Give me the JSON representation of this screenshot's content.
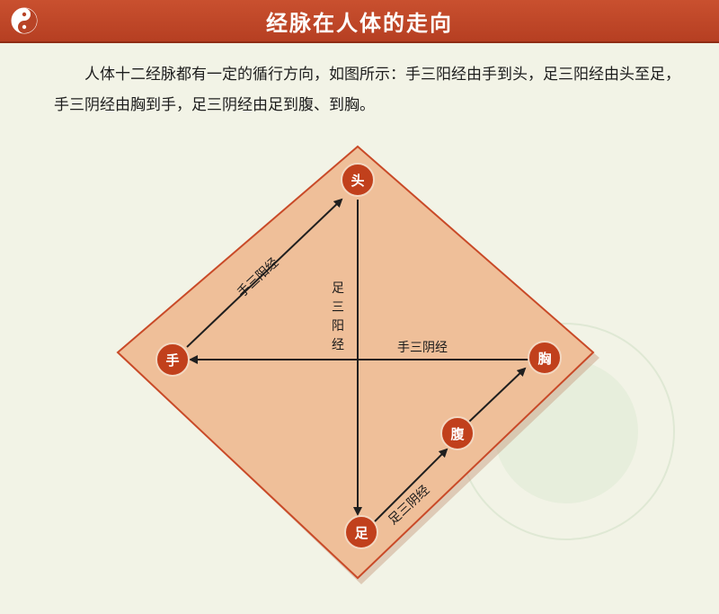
{
  "header": {
    "title": "经脉在人体的走向"
  },
  "intro": {
    "text": "人体十二经脉都有一定的循行方向，如图所示：手三阳经由手到头，足三阳经由头至足，手三阴经由胸到手，足三阴经由足到腹、到胸。"
  },
  "diagram": {
    "nodes": {
      "head": "头",
      "hand": "手",
      "chest": "胸",
      "foot": "足",
      "abdomen": "腹"
    },
    "paths": {
      "hand_three_yang": "手三阳经",
      "foot_three_yang_lines": [
        "足",
        "三",
        "阳",
        "经"
      ],
      "hand_three_yin": "手三阴经",
      "foot_three_yin": "足三阴经"
    },
    "colors": {
      "header": "#b84326",
      "diamond_fill": "#efbf99",
      "diamond_border": "#c94a28",
      "node": "#c1401c",
      "arrow": "#1f1f1f"
    }
  }
}
